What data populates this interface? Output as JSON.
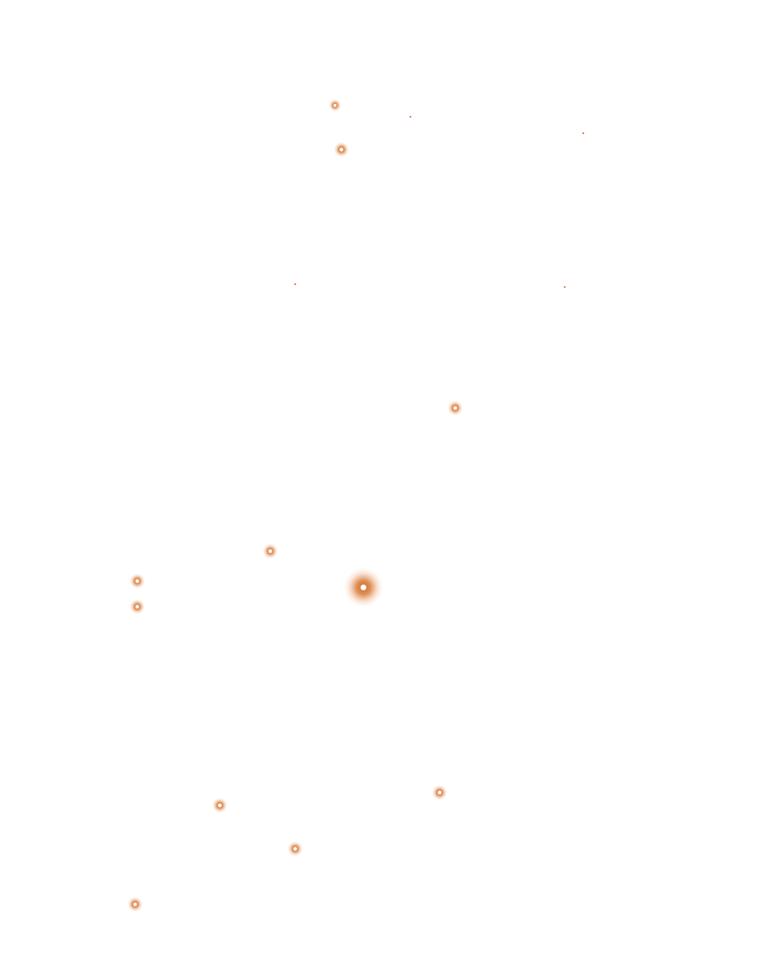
{
  "canvas": {
    "background": "#ffffff",
    "glow_color": "#d2691e",
    "core_color": "#ffffff"
  },
  "stars": [
    {
      "name": "star-1",
      "size": "small"
    },
    {
      "name": "star-2",
      "size": "tiny"
    },
    {
      "name": "star-3",
      "size": "tiny"
    },
    {
      "name": "star-4",
      "size": "medium"
    },
    {
      "name": "star-5",
      "size": "tiny"
    },
    {
      "name": "star-6",
      "size": "tiny"
    },
    {
      "name": "star-7",
      "size": "medium"
    },
    {
      "name": "star-8",
      "size": "medium"
    },
    {
      "name": "star-9",
      "size": "large"
    },
    {
      "name": "star-10",
      "size": "medium"
    },
    {
      "name": "star-11",
      "size": "medium"
    },
    {
      "name": "star-12",
      "size": "medium"
    },
    {
      "name": "star-13",
      "size": "medium"
    },
    {
      "name": "star-14",
      "size": "medium"
    },
    {
      "name": "star-15",
      "size": "medium"
    }
  ]
}
